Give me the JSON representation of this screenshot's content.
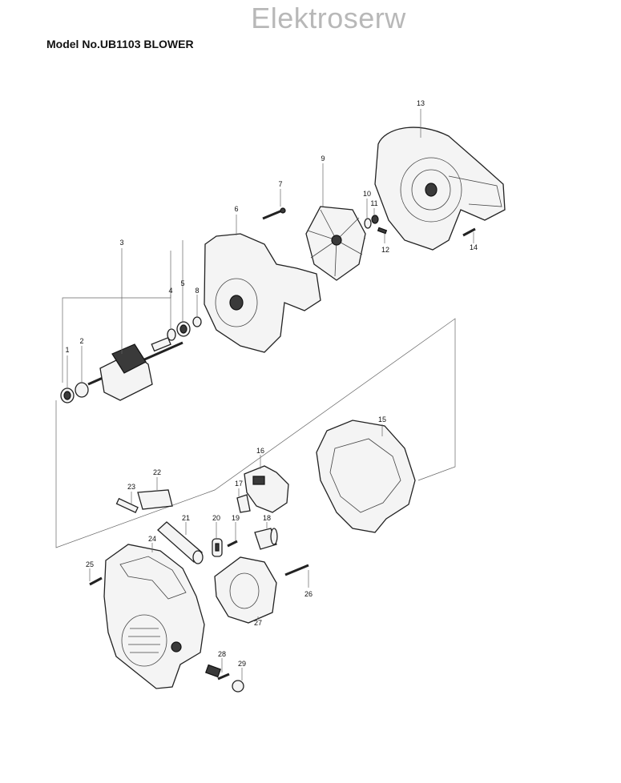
{
  "watermark": "Elektroserw",
  "title": "Model No.UB1103 BLOWER",
  "parts": [
    "1",
    "2",
    "3",
    "4",
    "5",
    "6",
    "7",
    "8",
    "9",
    "10",
    "11",
    "12",
    "13",
    "14",
    "15",
    "16",
    "17",
    "18",
    "19",
    "20",
    "21",
    "22",
    "23",
    "24",
    "25",
    "26",
    "27",
    "28",
    "29"
  ]
}
